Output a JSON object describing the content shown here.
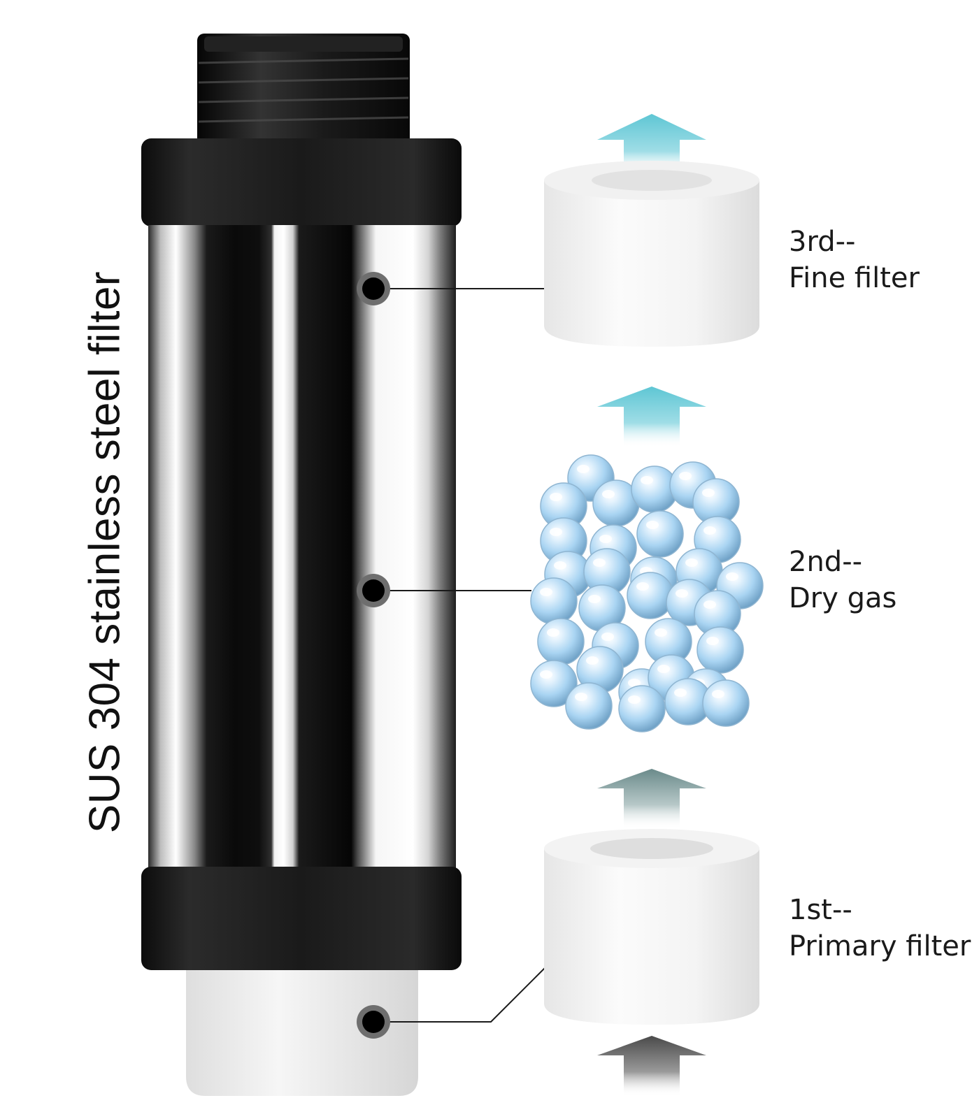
{
  "title": "SUS 304 stainless steel filter",
  "stages": [
    {
      "order": "3rd--",
      "name": "Fine filter"
    },
    {
      "order": "2nd--",
      "name": "Dry gas"
    },
    {
      "order": "1st--",
      "name": "Primary filter"
    }
  ],
  "colors": {
    "housing": "#141414",
    "arrow_top": "#62c8d6",
    "arrow_mid": "#6c8c8c",
    "arrow_bottom": "#4d4d4d",
    "bead": "#a9d4f2",
    "sponge": "#f4f4f4"
  }
}
